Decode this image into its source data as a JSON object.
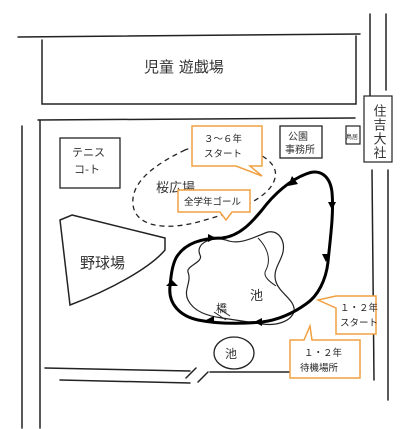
{
  "map": {
    "playground": "児童 遊戯場",
    "tennis_court_line1": "テニス",
    "tennis_court_line2": "コ-ト",
    "cherry_plaza": "桜広場",
    "baseball_field": "野球場",
    "park_office_line1": "公園",
    "park_office_line2": "事務所",
    "shrine_vertical": "住吉大社",
    "pond_main": "池",
    "pond_small": "池",
    "bridge": "橋",
    "small_mark": "鳥居"
  },
  "callouts": {
    "grade3_6_start_line1": "３～６年",
    "grade3_6_start_line2": "スタート",
    "all_grades_goal": "全学年ゴール",
    "grade1_2_start_line1": "１・２年",
    "grade1_2_start_line2": "スタート",
    "grade1_2_wait_line1": "１・２年",
    "grade1_2_wait_line2": "待機場所"
  },
  "colors": {
    "callout_border": "#f0a040",
    "line": "#222222",
    "route": "#000000"
  }
}
